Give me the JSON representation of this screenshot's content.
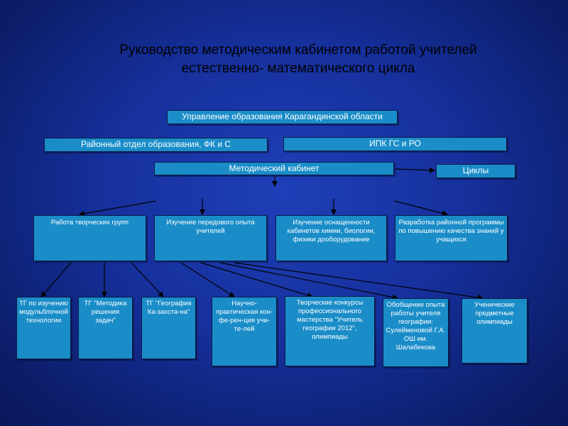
{
  "title": {
    "line1": "Руководство методическим кабинетом работой учителей",
    "line2": "естественно- математического  цикла"
  },
  "top_nodes": {
    "management": "Управление образования Карагандинской области",
    "district": "Районный  отдел образования, ФК и С",
    "ipk": "ИПК ГС и РО",
    "cabinet": "Методический кабинет",
    "cycles": "Циклы"
  },
  "branches": [
    "Работа творческих групп",
    "Изучение передового опыта учителей",
    "Изучение оснащенности кабинетов химии, биологии, физики дооборудование",
    "Разработка районной программы по повышению качества знаний у учащихся"
  ],
  "leaves": [
    "ТГ по изучению модульблочной технологии",
    "ТГ \"Методика решения задач\"",
    "ТГ \"География Ка-захста-на\"",
    "Научно-практическая кон-фе-рен-ция учи-те-лей",
    "Творческие конкурсы профессионального мастерства \"Учитель географии 2012\", олимпиады",
    "Обобщение опыта работы учителя географии: Сулейменовой Г.А. ОШ им. Шалабекова",
    "Ученические предметные олимпиады"
  ]
}
